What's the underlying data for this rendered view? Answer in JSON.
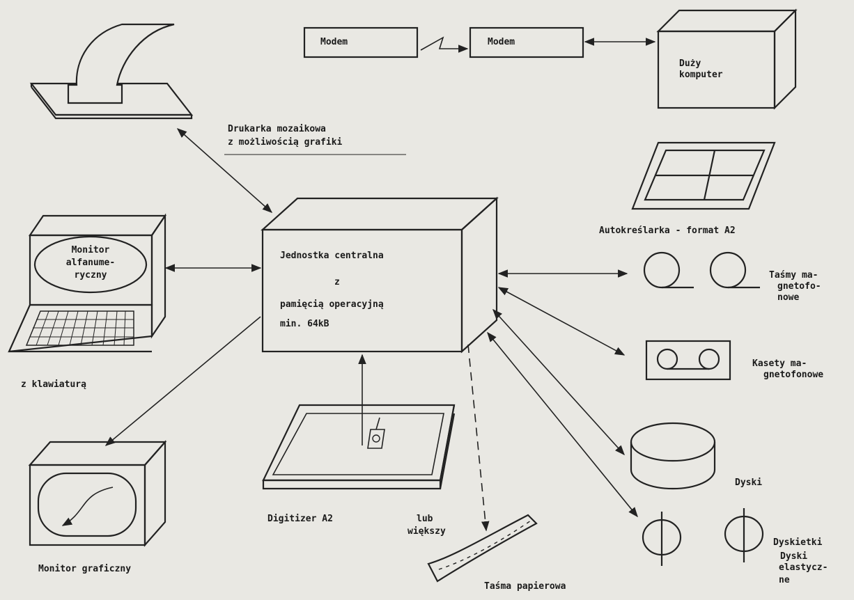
{
  "diagram": {
    "modem_left": "Modem",
    "modem_right": "Modem",
    "big_computer": [
      "Duży",
      "komputer"
    ],
    "printer": [
      "Drukarka mozaikowa",
      "z możliwością grafiki"
    ],
    "central_unit": {
      "title": "Jednostka centralna",
      "z": "z",
      "memory": "pamięcią operacyjną",
      "min": "min. 64kB"
    },
    "plotter": "Autokreślarka - format A2",
    "tapes": [
      "Taśmy ma-",
      "gnetofo-",
      "nowe"
    ],
    "cassettes": [
      "Kasety ma-",
      "gnetofonowe"
    ],
    "disks": "Dyski",
    "floppies": [
      "Dyskietki",
      "Dyski",
      "elastycz-",
      "ne"
    ],
    "terminal_screen": [
      "Monitor",
      "alfanume-",
      "ryczny"
    ],
    "keyboard": "z klawiaturą",
    "digitizer": [
      "Digitizer A2",
      "lub",
      "większy"
    ],
    "graphics_monitor": "Monitor graficzny",
    "paper_tape": "Taśma papierowa"
  }
}
